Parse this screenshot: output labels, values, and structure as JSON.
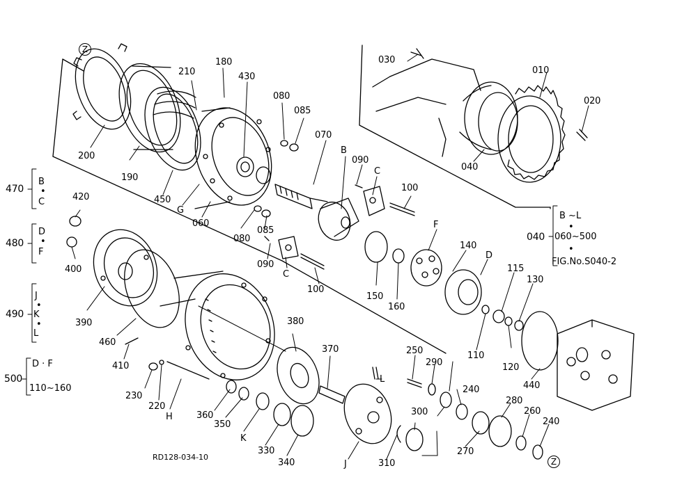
{
  "drawing_code": "RD128-034-10",
  "circle_marker": "Z",
  "parts": {
    "p200": "200",
    "p190": "190",
    "p450": "450",
    "pG": "G",
    "p060a": "060",
    "p210": "210",
    "p180": "180",
    "p430": "430",
    "p080a": "080",
    "p085a": "085",
    "p070": "070",
    "pB": "B",
    "p090a": "090",
    "pC1": "C",
    "p100a": "100",
    "p080b": "080",
    "p085b": "085",
    "p090b": "090",
    "pC2": "C",
    "p100b": "100",
    "p030": "030",
    "p010": "010",
    "p020": "020",
    "p040": "040",
    "p420": "420",
    "p400": "400",
    "p390": "390",
    "p460": "460",
    "p410": "410",
    "p230": "230",
    "p220": "220",
    "pH": "H",
    "p380": "380",
    "p370": "370",
    "p360": "360",
    "p350": "350",
    "pK": "K",
    "p330": "330",
    "p340": "340",
    "p150": "150",
    "p160": "160",
    "pF": "F",
    "p140": "140",
    "pD": "D",
    "p115": "115",
    "p130": "130",
    "p110": "110",
    "p120": "120",
    "p440": "440",
    "p250": "250",
    "p290": "290",
    "pL": "L",
    "p240a": "240",
    "p300": "300",
    "pJ": "J",
    "p310": "310",
    "p280": "280",
    "p270": "270",
    "p260": "260",
    "p240b": "240"
  },
  "groups": {
    "g470": {
      "num": "470",
      "a": "B",
      "b": "C"
    },
    "g480": {
      "num": "480",
      "a": "D",
      "b": "F"
    },
    "g490": {
      "num": "490",
      "a": "J",
      "b": "K",
      "c": "L"
    },
    "g500": {
      "num": "500",
      "a": "D · F",
      "b": "110~160"
    }
  },
  "figure_note": {
    "line1": "B ~L",
    "line2": "040",
    "line3": "060~500",
    "line4": "FIG.No.S040-2"
  }
}
